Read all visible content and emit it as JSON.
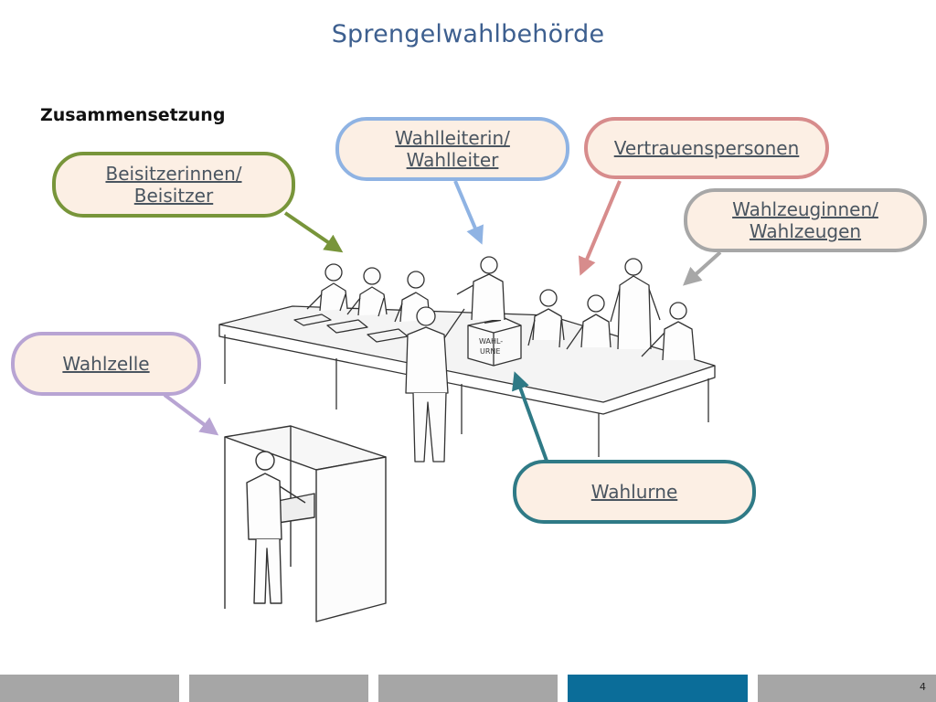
{
  "slide": {
    "title": "Sprengelwahlbehörde",
    "subtitle": "Zusammensetzung",
    "page_number": "4"
  },
  "callouts": {
    "beisitzer": "Beisitzerinnen/\nBeisitzer",
    "leiter": "Wahlleiterin/\nWahlleiter",
    "vertrauen": "Vertrauenspersonen",
    "zeugen": "Wahlzeuginnen/\nWahlzeugen",
    "zelle": "Wahlzelle",
    "urne": "Wahlurne"
  },
  "illustration": {
    "urn_label": "WAHL-\nURNE"
  },
  "colors": {
    "beisitzer": "#78953a",
    "leiter": "#8fb3e3",
    "vertrauen": "#d78c8c",
    "zeugen": "#a7a7a7",
    "zelle": "#b8a4d3",
    "urne": "#2f7a86",
    "active_nav": "#0b6d99",
    "nav": "#a6a6a6"
  },
  "nav": {
    "active_index": 3,
    "segment_count": 5
  }
}
